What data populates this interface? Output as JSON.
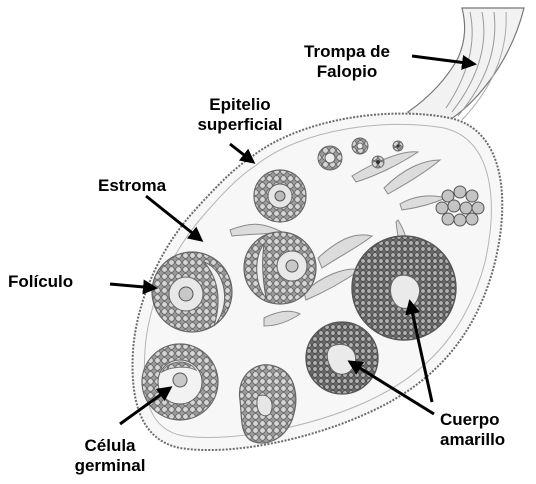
{
  "labels": {
    "fallopian_tube": [
      "Trompa de",
      "Falopio"
    ],
    "surface_epithelium": [
      "Epitelio",
      "superficial"
    ],
    "stroma": [
      "Estroma"
    ],
    "follicle": [
      "Folículo"
    ],
    "corpus_luteum": [
      "Cuerpo",
      "amarillo"
    ],
    "germ_cell": [
      "Célula",
      "germinal"
    ]
  },
  "colors": {
    "outline": "#6b6b6b",
    "follicle_ring": "#8a8a8a",
    "follicle_dark": "#5a5a5a",
    "fill_light": "#eeeeee",
    "arrow": "#000000"
  }
}
